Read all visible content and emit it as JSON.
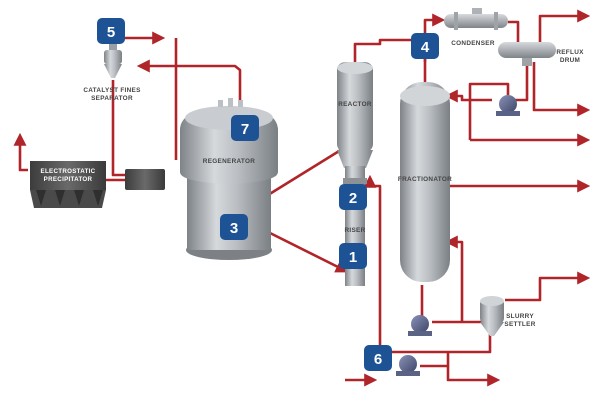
{
  "labels": {
    "catalyst_fines_separator": [
      "CATALYST FINES",
      "SEPARATOR"
    ],
    "electrostatic_precipitator": [
      "ELECTROSTATIC",
      "PRECIPITATOR"
    ],
    "regenerator": "REGENERATOR",
    "reactor": "REACTOR",
    "riser": "RISER",
    "fractionator": "FRACTIONATOR",
    "condenser": "CONDENSER",
    "reflux_drum": [
      "REFLUX",
      "DRUM"
    ],
    "slurry_settler": [
      "SLURRY",
      "SETTLER"
    ]
  },
  "badges": {
    "b1": "1",
    "b2": "2",
    "b3": "3",
    "b4": "4",
    "b5": "5",
    "b6": "6",
    "b7": "7"
  },
  "colors": {
    "pipe": "#b0252a",
    "badge": "#1d5394",
    "vessel": "#a8acb0",
    "pump": "#505a82"
  }
}
